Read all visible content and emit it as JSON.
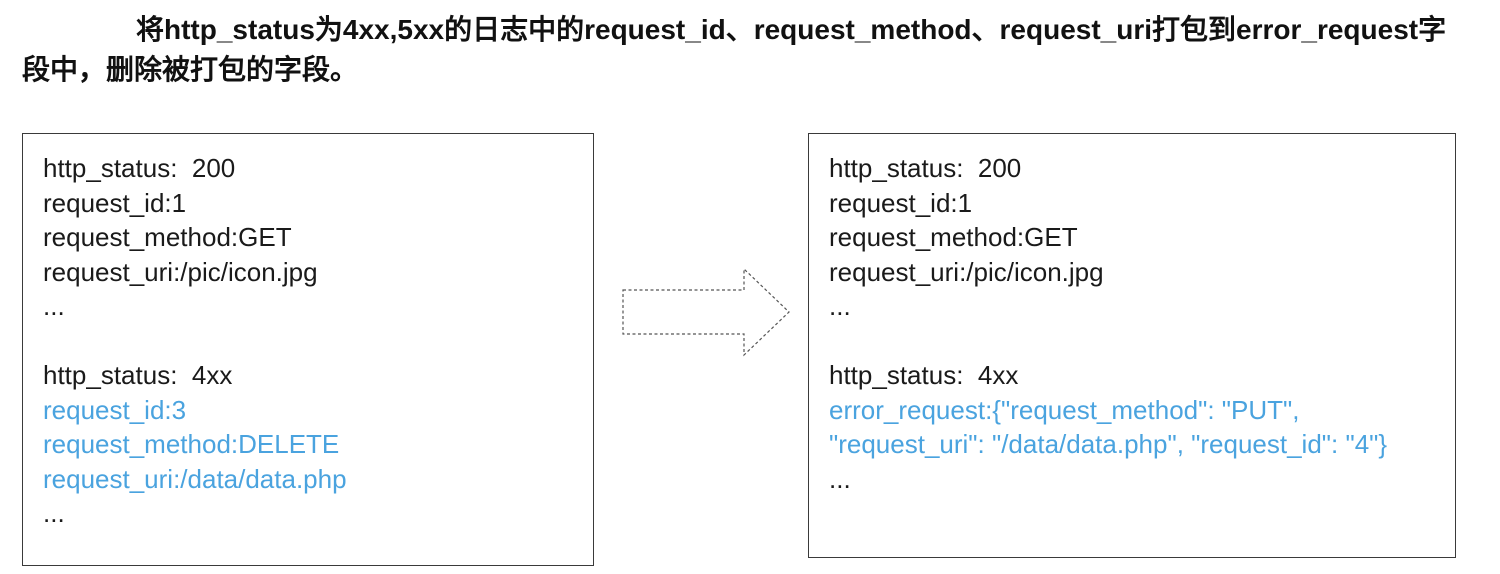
{
  "title": "将http_status为4xx,5xx的日志中的request_id、request_method、request_uri打包到error_request字段中，删除被打包的字段。",
  "colors": {
    "highlight": "#4aa3df",
    "text": "#1a1a1a",
    "border": "#3a3a3a"
  },
  "left_panel": {
    "lines": [
      {
        "text": "http_status:  200",
        "highlight": false
      },
      {
        "text": "request_id:1",
        "highlight": false
      },
      {
        "text": "request_method:GET",
        "highlight": false
      },
      {
        "text": "request_uri:/pic/icon.jpg",
        "highlight": false
      },
      {
        "text": "...",
        "highlight": false
      },
      {
        "text": "",
        "highlight": false
      },
      {
        "text": "http_status:  4xx",
        "highlight": false
      },
      {
        "text": "request_id:3",
        "highlight": true
      },
      {
        "text": "request_method:DELETE",
        "highlight": true
      },
      {
        "text": "request_uri:/data/data.php",
        "highlight": true
      },
      {
        "text": "...",
        "highlight": false
      }
    ]
  },
  "right_panel": {
    "lines": [
      {
        "text": "http_status:  200",
        "highlight": false
      },
      {
        "text": "request_id:1",
        "highlight": false
      },
      {
        "text": "request_method:GET",
        "highlight": false
      },
      {
        "text": "request_uri:/pic/icon.jpg",
        "highlight": false
      },
      {
        "text": "...",
        "highlight": false
      },
      {
        "text": "",
        "highlight": false
      },
      {
        "text": "http_status:  4xx",
        "highlight": false
      },
      {
        "text": "error_request:{\"request_method\": \"PUT\", \"request_uri\": \"/data/data.php\", \"request_id\": \"4\"}",
        "highlight": true
      },
      {
        "text": "...",
        "highlight": false
      }
    ]
  },
  "arrow": {
    "icon": "dashed-right-arrow-icon"
  }
}
